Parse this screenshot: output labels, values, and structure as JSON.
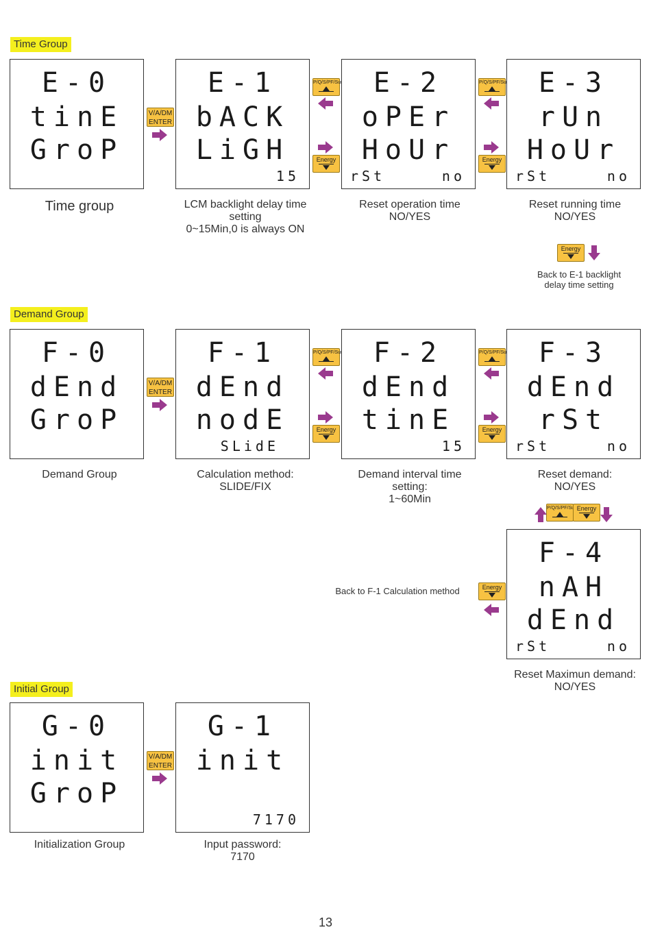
{
  "colors": {
    "tag_bg": "#f4ef1e",
    "key_bg": "#f7c242",
    "arrow": "#9a3a8e"
  },
  "groups": {
    "time": "Time Group",
    "demand": "Demand Group",
    "initial": "Initial Group"
  },
  "keys": {
    "enter_line1": "V/A/DM",
    "enter_line2": "ENTER",
    "pq": "P/Q/S/PF/Sum.",
    "energy": "Energy"
  },
  "screens": {
    "e0": {
      "l1": "E-0",
      "l2": "tinE",
      "l3": "GroP",
      "bl": "",
      "br": ""
    },
    "e1": {
      "l1": "E-1",
      "l2": "bACK",
      "l3": "LiGH",
      "bl": "",
      "br": "15"
    },
    "e2": {
      "l1": "E-2",
      "l2": "oPEr",
      "l3": "HoUr",
      "bl": "rSt",
      "br": "no"
    },
    "e3": {
      "l1": "E-3",
      "l2": "rUn",
      "l3": "HoUr",
      "bl": "rSt",
      "br": "no"
    },
    "f0": {
      "l1": "F-0",
      "l2": "dEnd",
      "l3": "GroP",
      "bl": "",
      "br": ""
    },
    "f1": {
      "l1": "F-1",
      "l2": "dEnd",
      "l3": "nodE",
      "bl": "",
      "br": "SLidE"
    },
    "f2": {
      "l1": "F-2",
      "l2": "dEnd",
      "l3": "tinE",
      "bl": "",
      "br": "15"
    },
    "f3": {
      "l1": "F-3",
      "l2": "dEnd",
      "l3": "rSt",
      "bl": "rSt",
      "br": "no"
    },
    "f4": {
      "l1": "F-4",
      "l2": "nAH",
      "l3": "dEnd",
      "bl": "rSt",
      "br": "no"
    },
    "g0": {
      "l1": "G-0",
      "l2": "init",
      "l3": "GroP",
      "bl": "",
      "br": ""
    },
    "g1": {
      "l1": "G-1",
      "l2": "init",
      "l3": "",
      "bl": "",
      "br": "7170"
    }
  },
  "captions": {
    "e0": "Time group",
    "e1": "LCM backlight delay time\nsetting\n0~15Min,0 is always ON",
    "e2": "Reset operation time\nNO/YES",
    "e3": "Reset running time\nNO/YES",
    "f0": "Demand Group",
    "f1": "Calculation method:\nSLIDE/FIX",
    "f2": "Demand interval time\nsetting:\n1~60Min",
    "f3": "Reset demand:\nNO/YES",
    "f4": "Reset Maximun demand:\nNO/YES",
    "g0": "Initialization Group",
    "g1": "Input password:\n7170"
  },
  "notes": {
    "back_e1": "Back to E-1 backlight\ndelay time setting",
    "back_f1": "Back to F-1 Calculation method"
  },
  "page_number": "13"
}
